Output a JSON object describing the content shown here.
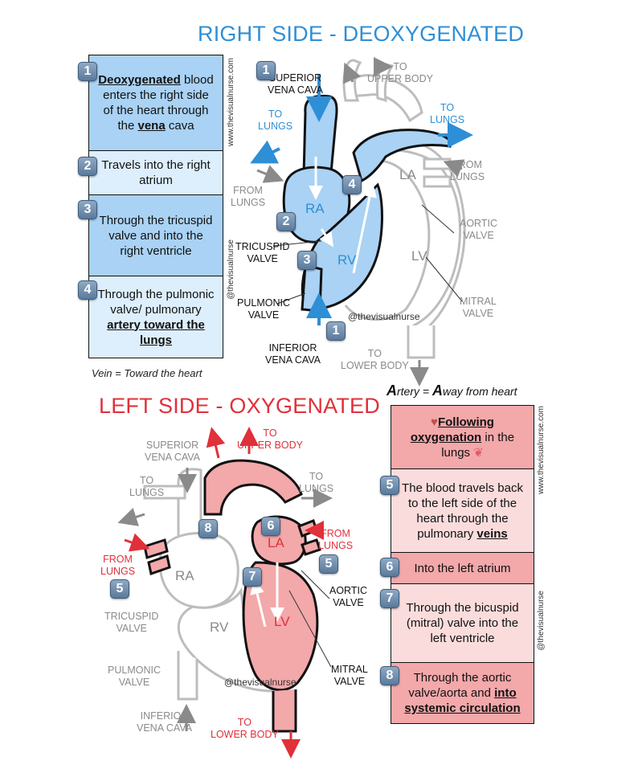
{
  "right": {
    "title": "RIGHT SIDE - DEOXYGENATED",
    "steps": [
      {
        "num": "1",
        "pre": "",
        "bold": "Deoxygenated",
        "mid": " blood enters the right side of the heart through the ",
        "bold2": "vena",
        "post": " cava"
      },
      {
        "num": "2",
        "text": "Travels into the right atrium"
      },
      {
        "num": "3",
        "text": "Through the tricuspid valve and into the right ventricle"
      },
      {
        "num": "4",
        "pre": "Through the pulmonic valve/ pulmonary ",
        "bold": "artery toward the lungs"
      }
    ],
    "vein_note": "Vein = Toward the heart",
    "artery_note": {
      "a1": "A",
      "r1": "rtery = ",
      "a2": "A",
      "r2": "way from heart"
    },
    "labels": {
      "svc": "SUPERIOR\nVENA CAVA",
      "to_upper": "TO\nUPPER BODY",
      "to_lungs_l": "TO\nLUNGS",
      "to_lungs_r": "TO\nLUNGS",
      "from_lungs_l": "FROM\nLUNGS",
      "from_lungs_r": "FROM\nLUNGS",
      "ra": "RA",
      "rv": "RV",
      "la": "LA",
      "lv": "LV",
      "tricuspid": "TRICUSPID\nVALVE",
      "pulmonic": "PULMONIC\nVALVE",
      "aortic": "AORTIC\nVALVE",
      "mitral": "MITRAL\nVALVE",
      "ivc": "INFERIOR\nVENA CAVA",
      "to_lower": "TO\nLOWER BODY",
      "handle": "@thevisualnurse"
    },
    "badges": [
      "1",
      "2",
      "3",
      "4",
      "1"
    ]
  },
  "left": {
    "title": "LEFT SIDE - OXYGENATED",
    "steps": [
      {
        "num": "",
        "pre": "",
        "bold": "Following oxygenation",
        "post": " in the lungs"
      },
      {
        "num": "5",
        "pre": "The blood travels back to the left side of the heart through the pulmonary ",
        "bold": "veins"
      },
      {
        "num": "6",
        "text": "Into the left atrium"
      },
      {
        "num": "7",
        "text": "Through the bicuspid (mitral) valve into the left ventricle"
      },
      {
        "num": "8",
        "pre": "Through the aortic valve/aorta and ",
        "bold": "into systemic circulation"
      }
    ],
    "labels": {
      "svc": "SUPERIOR\nVENA CAVA",
      "to_upper": "TO\nUPPER BODY",
      "to_lungs_l": "TO\nLUNGS",
      "to_lungs_r": "TO\nLUNGS",
      "from_lungs_l": "FROM\nLUNGS",
      "from_lungs_r": "FROM\nLUNGS",
      "ra": "RA",
      "rv": "RV",
      "la": "LA",
      "lv": "LV",
      "tricuspid": "TRICUSPID\nVALVE",
      "pulmonic": "PULMONIC\nVALVE",
      "aortic": "AORTIC\nVALVE",
      "mitral": "MITRAL\nVALVE",
      "ivc": "INFERIOR\nVENA CAVA",
      "to_lower": "TO\nLOWER BODY",
      "handle": "@thevisualnurse"
    },
    "badges": [
      "8",
      "6",
      "5",
      "7",
      "5"
    ]
  },
  "watermarks": [
    "www.thevisualnurse.com",
    "@thevisualnurse",
    "www.thevisualnurse.com",
    "@thevisualnurse"
  ],
  "colors": {
    "blue_title": "#2e8fd6",
    "red_title": "#e0303a",
    "blue_fill": "#a9d2f4",
    "red_fill": "#f3a8aa"
  }
}
